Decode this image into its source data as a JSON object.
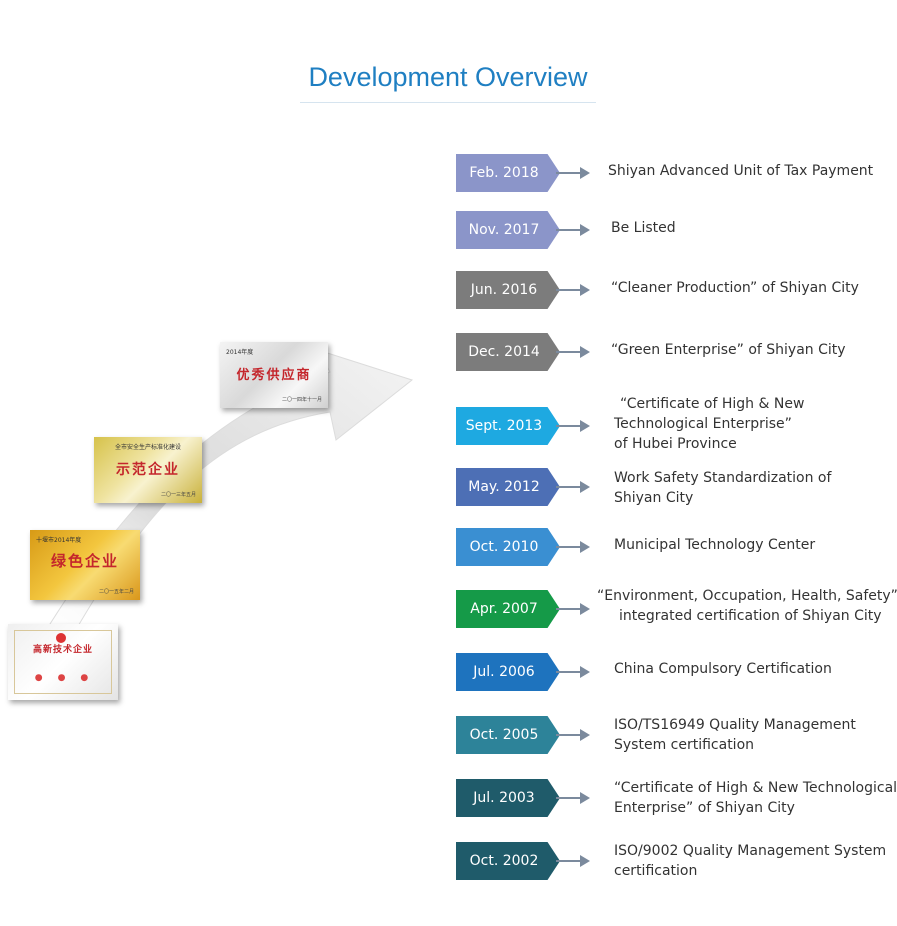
{
  "header": {
    "title": "Development Overview"
  },
  "plaques": {
    "p1": {
      "top": "2014年度",
      "main": "优秀供应商",
      "bottom": "二〇一四年十一月"
    },
    "p2": {
      "top": "全市安全生产标准化建设",
      "main": "示范企业",
      "bottom": "二〇一三年五月"
    },
    "p3": {
      "top": "十堰市2014年度",
      "main": "绿色企业",
      "bottom": "二〇一五年二月"
    },
    "p4": {
      "main": "高新技术企业",
      "seals": "●　●　●"
    }
  },
  "timeline": [
    {
      "date": "Feb. 2018",
      "color": "#8b95c9",
      "lines": [
        "Shiyan Advanced Unit of Tax Payment"
      ]
    },
    {
      "date": "Nov. 2017",
      "color": "#8b95c9",
      "lines": [
        "Be Listed"
      ]
    },
    {
      "date": "Jun. 2016",
      "color": "#7c7c7c",
      "lines": [
        "“Cleaner Production”  of Shiyan City"
      ]
    },
    {
      "date": "Dec. 2014",
      "color": "#7c7c7c",
      "lines": [
        "“Green Enterprise”  of Shiyan City"
      ]
    },
    {
      "date": "Sept. 2013",
      "color": "#1ea9e1",
      "lines": [
        "“Certificate of High & New",
        "Technological Enterprise”",
        "of Hubei Province"
      ]
    },
    {
      "date": "May. 2012",
      "color": "#4d6fb5",
      "lines": [
        "Work Safety Standardization of",
        "Shiyan City"
      ]
    },
    {
      "date": "Oct. 2010",
      "color": "#3a8fd2",
      "lines": [
        "Municipal Technology Center"
      ]
    },
    {
      "date": "Apr. 2007",
      "color": "#159a48",
      "lines": [
        "“Environment, Occupation, Health, Safety”",
        "integrated certification of Shiyan City"
      ]
    },
    {
      "date": "Jul. 2006",
      "color": "#1e73be",
      "lines": [
        "China Compulsory Certification"
      ]
    },
    {
      "date": "Oct. 2005",
      "color": "#2d8399",
      "lines": [
        "ISO/TS16949 Quality Management",
        "System certification"
      ]
    },
    {
      "date": "Jul. 2003",
      "color": "#1f5b6a",
      "lines": [
        "“Certificate of High & New Technological",
        "Enterprise”  of Shiyan City"
      ]
    },
    {
      "date": "Oct. 2002",
      "color": "#1f5b6a",
      "lines": [
        "ISO/9002 Quality Management System",
        "certification"
      ]
    }
  ]
}
